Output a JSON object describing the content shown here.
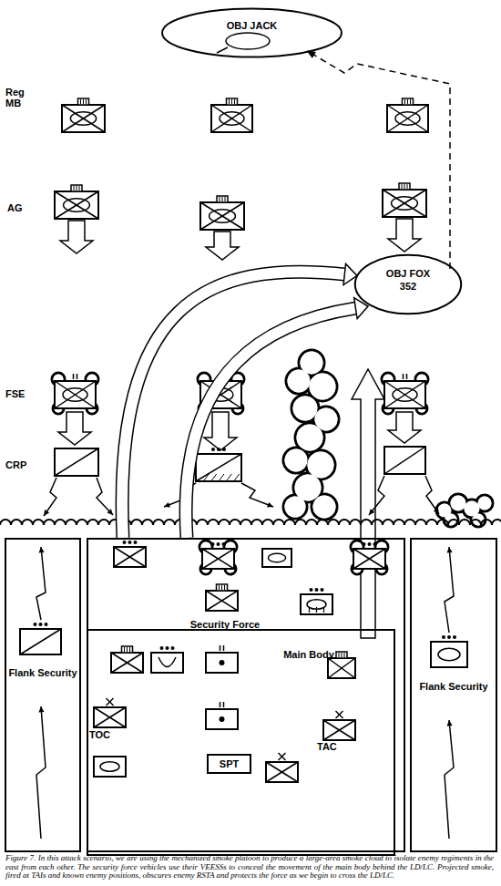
{
  "diagram": {
    "caption": "Figure 7. In this attack scenario, we are using the mechanized smoke platoon to produce a large-area smoke cloud to isolate enemy regiments in the east from each other. The security force vehicles use their VEESSs to conceal the movement of the main body behind the LD/LC. Projected smoke, fired at TAIs and known enemy positions, obscures enemy RSTA and protects the force as we begin to cross the LD/LC.",
    "nodes": [
      {
        "text": [
          "OBJ JACK"
        ]
      },
      {
        "text": [
          "OBJ FOX",
          "352"
        ]
      },
      {
        "text": [
          "Flank Security"
        ]
      },
      {
        "text": [
          "Security Force"
        ]
      },
      {
        "text": [
          "Main Body"
        ],
        "in": 3
      },
      {
        "text": [
          "SPT"
        ],
        "in": 4
      },
      {
        "text": [
          "Flank Security"
        ]
      }
    ],
    "edges": [
      {
        "from": 1,
        "to": 0,
        "arrow": "to"
      },
      {
        "from": 3,
        "to": 1,
        "arrow": "to"
      },
      {
        "from": 3,
        "to": 1,
        "arrow": "to"
      }
    ],
    "labels": [
      "Reg MB",
      "AG",
      "FSE",
      "CRP",
      "TOC",
      "TAC"
    ]
  }
}
